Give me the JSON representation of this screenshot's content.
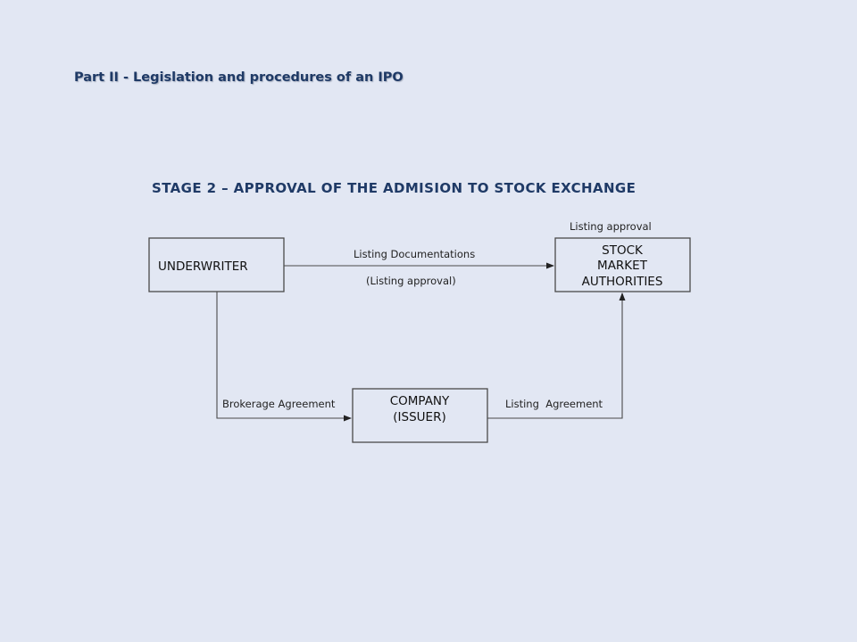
{
  "header": {
    "section_title": "Part II - Legislation and procedures of an IPO",
    "stage_title": "STAGE 2 – APPROVAL OF THE ADMISION TO STOCK EXCHANGE"
  },
  "nodes": {
    "underwriter": {
      "label": "UNDERWRITER"
    },
    "stock_market": {
      "lines": [
        "STOCK",
        "MARKET",
        "AUTHORITIES"
      ]
    },
    "company": {
      "lines": [
        "COMPANY",
        "(ISSUER)"
      ]
    }
  },
  "edges": {
    "listing_documentations": "Listing Documentations",
    "listing_approval_paren": "(Listing approval)",
    "listing_approval": "Listing approval",
    "brokerage_agreement": "Brokerage Agreement",
    "listing_agreement": "Listing  Agreement"
  },
  "colors": {
    "background": "#e2e7f3",
    "title_text": "#1f3a66",
    "box_stroke": "#4a4a4a"
  }
}
